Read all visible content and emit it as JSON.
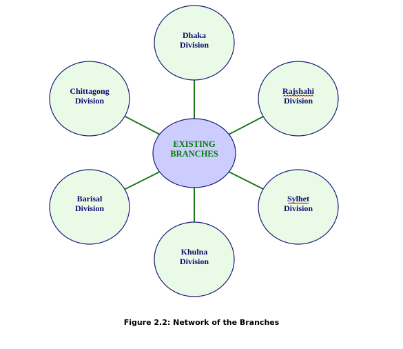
{
  "center": {
    "line1": "EXISTING",
    "line2": "BRANCHES"
  },
  "nodes": [
    {
      "id": "dhaka",
      "line1": "Dhaka",
      "line2": "Division"
    },
    {
      "id": "rajshahi",
      "line1": "Rajshahi",
      "line2": "Division"
    },
    {
      "id": "sylhet",
      "line1": "Sylhet",
      "line2": "Division"
    },
    {
      "id": "khulna",
      "line1": "Khulna",
      "line2": "Division"
    },
    {
      "id": "barisal",
      "line1": "Barisal",
      "line2": "Division"
    },
    {
      "id": "chittagong",
      "line1": "Chittagong",
      "line2": "Division"
    }
  ],
  "caption": "Figure 2.2: Network of the Branches",
  "colors": {
    "node_fill": "#e9fbe6",
    "node_stroke": "#1a1a7a",
    "center_fill": "#ccccff",
    "center_text": "#007a00",
    "node_text": "#0a0a6e",
    "connector": "#1a7a1a",
    "spellcheck_underline": "#d40000"
  }
}
